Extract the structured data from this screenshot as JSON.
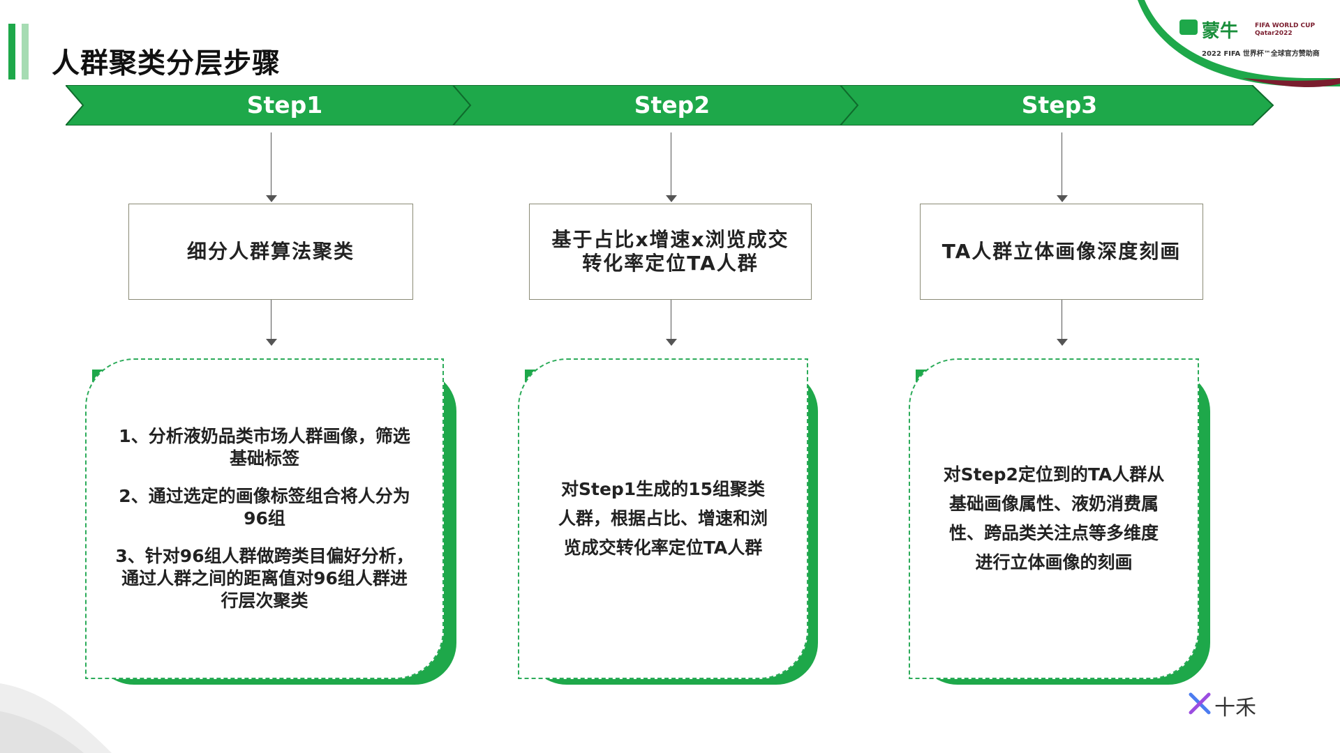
{
  "page": {
    "title": "人群聚类分层步骤"
  },
  "logo": {
    "brand": "蒙牛",
    "fifa": "FIFA WORLD CUP Qatar2022",
    "sponsor": "2022 FIFA 世界杯™全球官方赞助商"
  },
  "footer_logo": {
    "text": "十禾"
  },
  "steps": [
    {
      "label": "Step1",
      "box": "细分人群算法聚类",
      "card": [
        "1、分析液奶品类市场人群画像，筛选基础标签",
        "2、通过选定的画像标签组合将人分为96组",
        "3、针对96组人群做跨类目偏好分析，通过人群之间的距离值对96组人群进行层次聚类"
      ]
    },
    {
      "label": "Step2",
      "box": "基于占比x增速x浏览成交转化率定位TA人群",
      "card": [
        "对Step1生成的15组聚类人群，根据占比、增速和浏览成交转化率定位TA人群"
      ]
    },
    {
      "label": "Step3",
      "box": "TA人群立体画像深度刻画",
      "card": [
        "对Step2定位到的TA人群从基础画像属性、液奶消费属性、跨品类关注点等多维度进行立体画像的刻画"
      ]
    }
  ],
  "colors": {
    "accent": "#1ea84a",
    "accent_light": "#8fd19e",
    "card_border": "#2bab59"
  }
}
